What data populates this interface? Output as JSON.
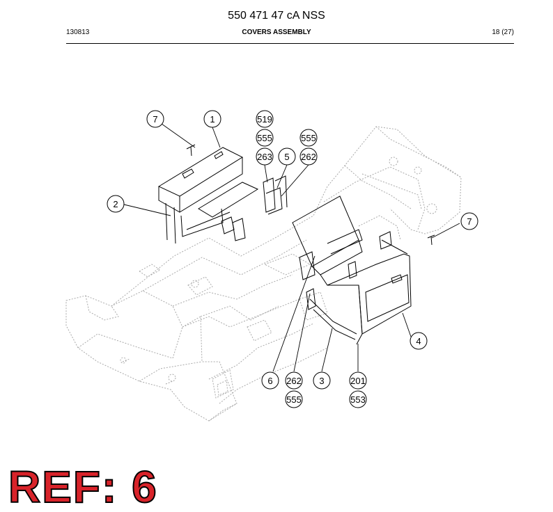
{
  "header": {
    "document_title": "550 471 47 cA NSS",
    "date_code": "130813",
    "section_title": "COVERS ASSEMBLY",
    "page": "18 (27)"
  },
  "callouts": [
    "7",
    "1",
    "519",
    "555",
    "263",
    "555",
    "5",
    "262",
    "2",
    "7",
    "4",
    "6",
    "262",
    "3",
    "201",
    "555",
    "553"
  ],
  "ref_label": "REF: 6",
  "colors": {
    "ref_fill": "#d8232a",
    "ref_outline": "#000000",
    "frame_lines": "#a8a8a8",
    "cover_lines": "#000000"
  }
}
